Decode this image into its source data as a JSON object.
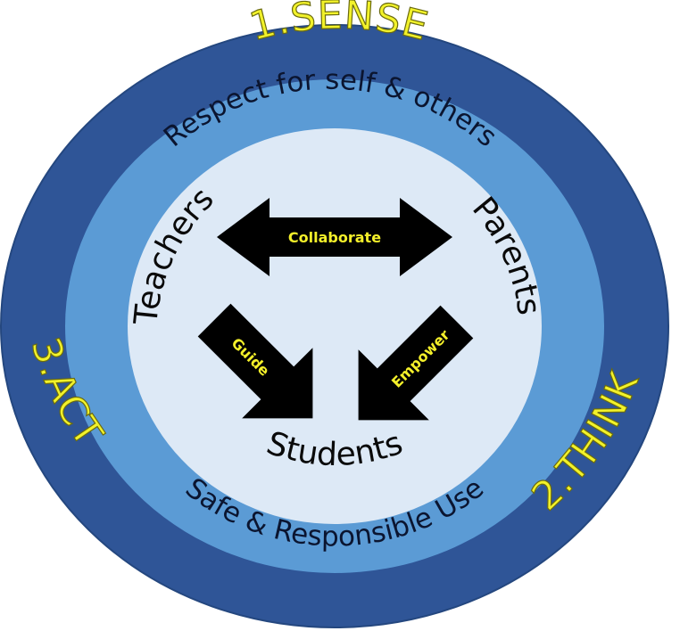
{
  "colors": {
    "outer_ring": "#2f5597",
    "middle_ring": "#5b9bd5",
    "inner_circle": "#dde9f6",
    "outer_text": "#f2f22a",
    "arrow_fill": "#000000",
    "arrow_text": "#f4f02a"
  },
  "outer": {
    "sense": "1.SENSE",
    "think": "2.THINK",
    "act": "3.ACT"
  },
  "ring": {
    "top": "Respect for self & others",
    "bottom": "Safe & Responsible Use"
  },
  "nodes": {
    "teachers": "Teachers",
    "parents": "Parents",
    "students": "Students"
  },
  "arrows": {
    "collaborate": "Collaborate",
    "guide": "Guide",
    "empower": "Empower"
  }
}
